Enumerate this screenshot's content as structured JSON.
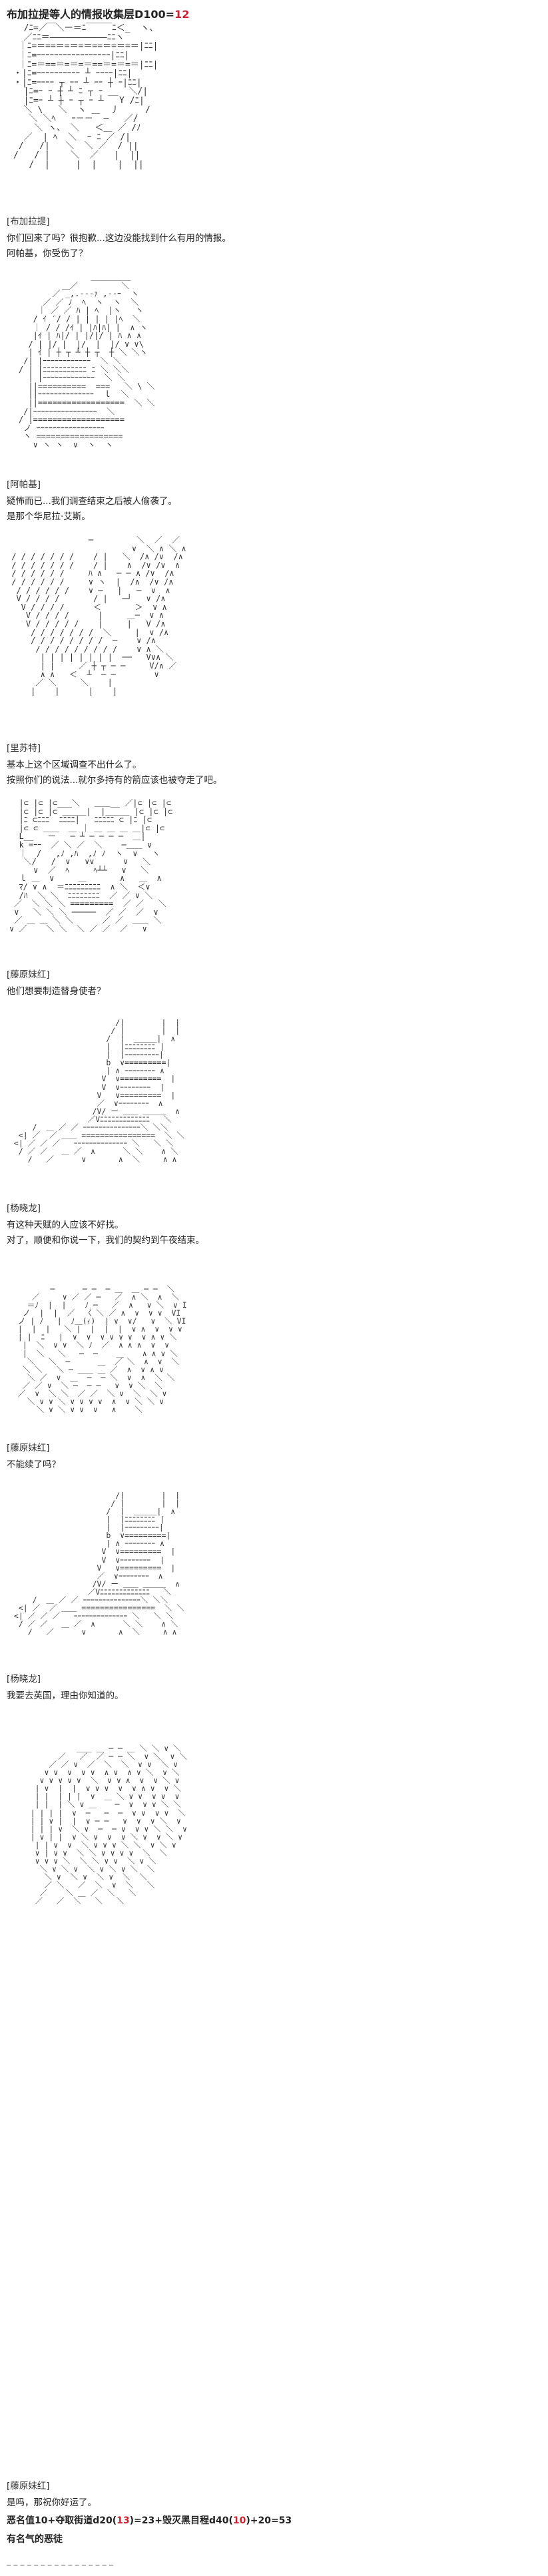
{
  "header": {
    "title_prefix": "布加拉提等人的情报收集层D100=",
    "title_value": "12"
  },
  "panels": [
    {
      "speaker": "[布加拉提]",
      "lines": [
        "你们回来了吗？很抱歉...这边没能找到什么有用的情报。",
        "阿帕基，你受伤了？"
      ]
    },
    {
      "speaker": "[阿帕基]",
      "lines": [
        "疑怖而已...我们调查结束之后被人偷袭了。",
        "是那个华尼拉·艾斯。"
      ]
    },
    {
      "speaker": "[里苏特]",
      "lines": [
        "基本上这个区域调查不出什么了。",
        "按照你们的说法...就尔多持有的箭应该也被夺走了吧。"
      ]
    },
    {
      "speaker": "[藤原妹红]",
      "lines": [
        "他们想要制造替身使者？"
      ]
    },
    {
      "speaker": "[杨晓龙]",
      "lines": [
        "有这种天赋的人应该不好找。",
        "对了，顺便和你说一下，我们的契约到午夜结束。"
      ]
    },
    {
      "speaker": "[藤原妹红]",
      "lines": [
        "不能续了吗？"
      ]
    },
    {
      "speaker": "[杨晓龙]",
      "lines": [
        "我要去英国，理由你知道的。"
      ]
    },
    {
      "speaker": "[藤原妹红]",
      "lines": [
        "是吗，那祝你好运了。"
      ]
    }
  ],
  "roll": {
    "p1": "恶名值10+夺取街道d20(",
    "v1": "13",
    "p2": ")=23+毁灭黑目程d40(",
    "v2": "10",
    "p3": ")+20=53"
  },
  "result": "有名气的恶徒"
}
